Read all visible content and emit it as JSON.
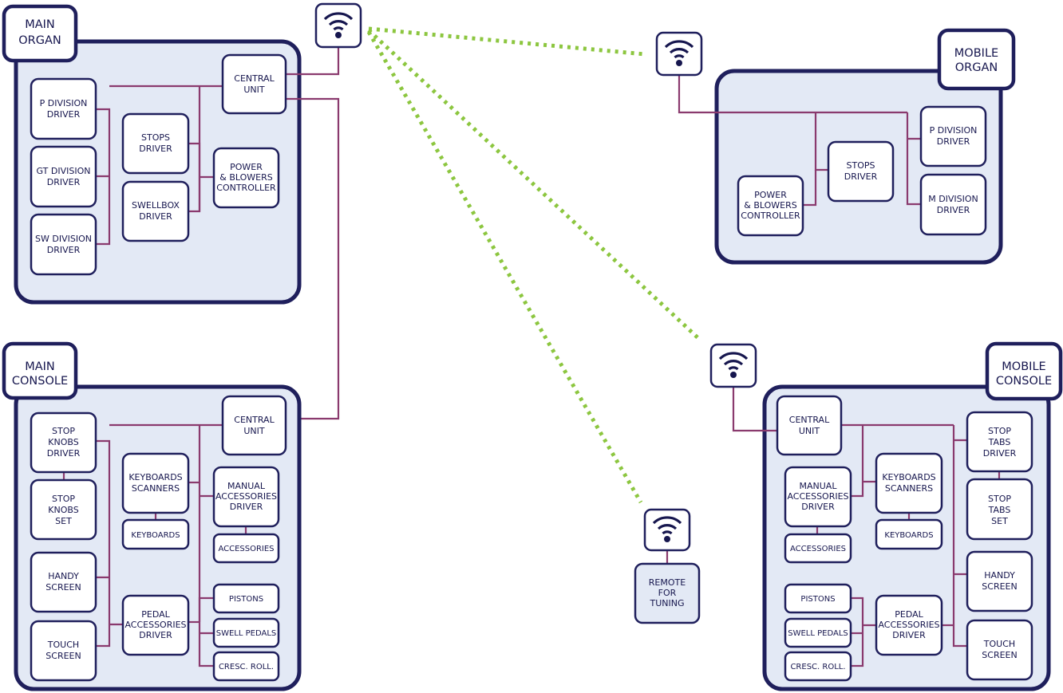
{
  "main_organ": {
    "title": [
      "MAIN",
      "ORGAN"
    ],
    "central_unit": [
      "CENTRAL",
      "UNIT"
    ],
    "p_division": [
      "P DIVISION",
      "DRIVER"
    ],
    "gt_division": [
      "GT DIVISION",
      "DRIVER"
    ],
    "sw_division": [
      "SW DIVISION",
      "DRIVER"
    ],
    "stops_driver": [
      "STOPS",
      "DRIVER"
    ],
    "swellbox_driver": [
      "SWELLBOX",
      "DRIVER"
    ],
    "power_controller": [
      "POWER",
      "& BLOWERS",
      "CONTROLLER"
    ]
  },
  "main_console": {
    "title": [
      "MAIN",
      "CONSOLE"
    ],
    "central_unit": [
      "CENTRAL",
      "UNIT"
    ],
    "stop_knobs_driver": [
      "STOP",
      "KNOBS",
      "DRIVER"
    ],
    "stop_knobs_set": [
      "STOP",
      "KNOBS",
      "SET"
    ],
    "handy_screen": [
      "HANDY",
      "SCREEN"
    ],
    "touch_screen": [
      "TOUCH",
      "SCREEN"
    ],
    "keyboards_scanners": [
      "KEYBOARDS",
      "SCANNERS"
    ],
    "keyboards": [
      "KEYBOARDS"
    ],
    "manual_accessories_driver": [
      "MANUAL",
      "ACCESSORIES",
      "DRIVER"
    ],
    "accessories": [
      "ACCESSORIES"
    ],
    "pedal_accessories_driver": [
      "PEDAL",
      "ACCESSORIES",
      "DRIVER"
    ],
    "pistons": [
      "PISTONS"
    ],
    "swell_pedals": [
      "SWELL PEDALS"
    ],
    "cresc_roll": [
      "CRESC. ROLL."
    ]
  },
  "mobile_organ": {
    "title": [
      "MOBILE",
      "ORGAN"
    ],
    "p_division": [
      "P DIVISION",
      "DRIVER"
    ],
    "m_division": [
      "M DIVISION",
      "DRIVER"
    ],
    "stops_driver": [
      "STOPS",
      "DRIVER"
    ],
    "power_controller": [
      "POWER",
      "& BLOWERS",
      "CONTROLLER"
    ]
  },
  "mobile_console": {
    "title": [
      "MOBILE",
      "CONSOLE"
    ],
    "central_unit": [
      "CENTRAL",
      "UNIT"
    ],
    "stop_tabs_driver": [
      "STOP",
      "TABS",
      "DRIVER"
    ],
    "stop_tabs_set": [
      "STOP",
      "TABS",
      "SET"
    ],
    "handy_screen": [
      "HANDY",
      "SCREEN"
    ],
    "touch_screen": [
      "TOUCH",
      "SCREEN"
    ],
    "keyboards_scanners": [
      "KEYBOARDS",
      "SCANNERS"
    ],
    "keyboards": [
      "KEYBOARDS"
    ],
    "manual_accessories_driver": [
      "MANUAL",
      "ACCESSORIES",
      "DRIVER"
    ],
    "accessories": [
      "ACCESSORIES"
    ],
    "pedal_accessories_driver": [
      "PEDAL",
      "ACCESSORIES",
      "DRIVER"
    ],
    "pistons": [
      "PISTONS"
    ],
    "swell_pedals": [
      "SWELL PEDALS"
    ],
    "cresc_roll": [
      "CRESC. ROLL."
    ]
  },
  "remote": {
    "label": [
      "REMOTE",
      "FOR",
      "TUNING"
    ]
  },
  "icons": {
    "wifi": "wifi-icon"
  },
  "colors": {
    "panel_fill": "#e3e9f5",
    "outline": "#1f1f5c",
    "wire": "#8a3a6e",
    "wireless_link": "#8cc63f",
    "text": "#16164e"
  }
}
